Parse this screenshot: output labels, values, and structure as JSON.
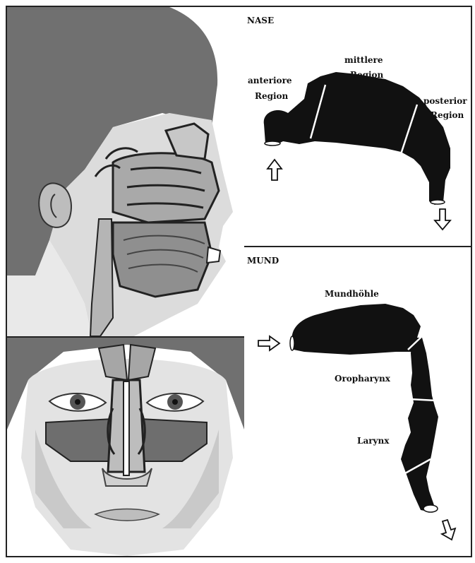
{
  "nase": {
    "heading": "NASE",
    "anterior_line1": "anteriore",
    "anterior_line2": "Region",
    "middle_line1": "mittlere",
    "middle_line2": "Region",
    "posterior_line1": "posterior",
    "posterior_line2": "Region"
  },
  "mund": {
    "heading": "MUND",
    "mundhoehle": "Mundhöhle",
    "oropharynx": "Oropharynx",
    "larynx": "Larynx"
  },
  "colors": {
    "ink": "#111111",
    "dark_gray": "#6e6e6e",
    "mid_gray": "#a6a6a6",
    "light_gray": "#d4d4d4"
  },
  "icons": [
    "flow-arrow-icon"
  ]
}
